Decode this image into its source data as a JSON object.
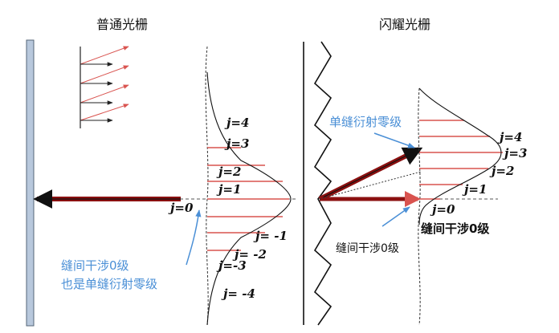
{
  "titles": {
    "ordinary_grating": "普通光栅",
    "blazed_grating": "闪耀光栅"
  },
  "orders_left": {
    "p4": "j=4",
    "p3": "j=3",
    "p2": "j=2",
    "p1": "j=1",
    "zero": "j=0",
    "m1": "j= -1",
    "m2": "j= -2",
    "m3": "j=-3",
    "m4": "j= -4"
  },
  "orders_right": {
    "p4": "j=4",
    "p3": "j=3",
    "p2": "j=2",
    "p1": "j=1",
    "zero": "j=0"
  },
  "annotations": {
    "left_line1": "缝间干涉0级",
    "left_line2": "也是单缝衍射零级",
    "right_single_slit": "单缝衍射零级",
    "right_interference_center": "缝间干涉0级",
    "right_interference_bold": "缝间干涉0级"
  },
  "colors": {
    "arrow_dark_red": "#8b1010",
    "ray_red": "#d9534f",
    "label_blue": "#4a8fd6",
    "grating_plate": "#b8c8dc",
    "axis_black": "#111111"
  }
}
